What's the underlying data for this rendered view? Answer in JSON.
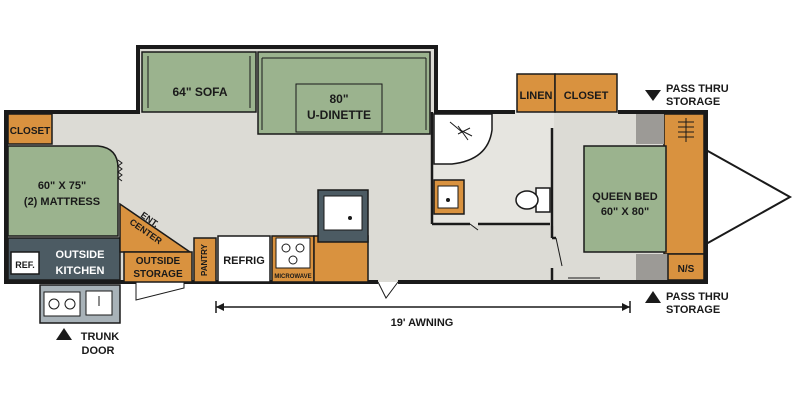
{
  "colors": {
    "wall": "#1a1a1a",
    "floor": "#dcdbd5",
    "furniture_green": "#9bb38e",
    "cabinet_orange": "#d9923f",
    "dark_slate": "#4c5b63",
    "light_slate": "#a8b2b8",
    "gray_block": "#9c9a96",
    "white": "#ffffff"
  },
  "labels": {
    "closet_left": "CLOSET",
    "sofa": "64\" SOFA",
    "dinette_line1": "80\"",
    "dinette_line2": "U-DINETTE",
    "linen": "LINEN",
    "closet_top": "CLOSET",
    "pass_thru_top_line1": "PASS THRU",
    "pass_thru_top_line2": "STORAGE",
    "mattress_line1": "60\" X 75\"",
    "mattress_line2": "(2) MATTRESS",
    "ent_line1": "ENT.",
    "ent_line2": "CENTER",
    "ref_small": "REF.",
    "outside_kitchen_line1": "OUTSIDE",
    "outside_kitchen_line2": "KITCHEN",
    "outside_storage_line1": "OUTSIDE",
    "outside_storage_line2": "STORAGE",
    "pantry": "PANTRY",
    "refrig": "REFRIG",
    "microwave": "MICROWAVE",
    "queen_bed_line1": "QUEEN BED",
    "queen_bed_line2": "60\" X 80\"",
    "ns": "N/S",
    "awning": "19' AWNING",
    "pass_thru_bottom_line1": "PASS THRU",
    "pass_thru_bottom_line2": "STORAGE",
    "trunk_line1": "TRUNK",
    "trunk_line2": "DOOR"
  }
}
